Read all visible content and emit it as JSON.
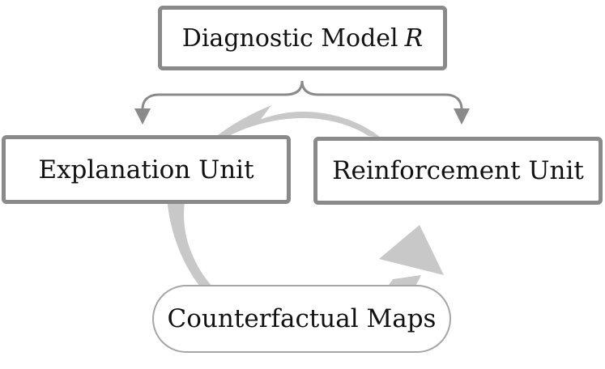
{
  "diagram": {
    "model": {
      "label": "Diagnostic Model",
      "symbol": "R"
    },
    "explanation": {
      "label": "Explanation Unit"
    },
    "reinforcement": {
      "label": "Reinforcement Unit"
    },
    "maps": {
      "label": "Counterfactual Maps"
    }
  },
  "colors": {
    "box_border": "#8a8a8a",
    "cycle_arrow": "#c8c8c8",
    "connector": "#8a8a8a",
    "text": "#111111"
  }
}
